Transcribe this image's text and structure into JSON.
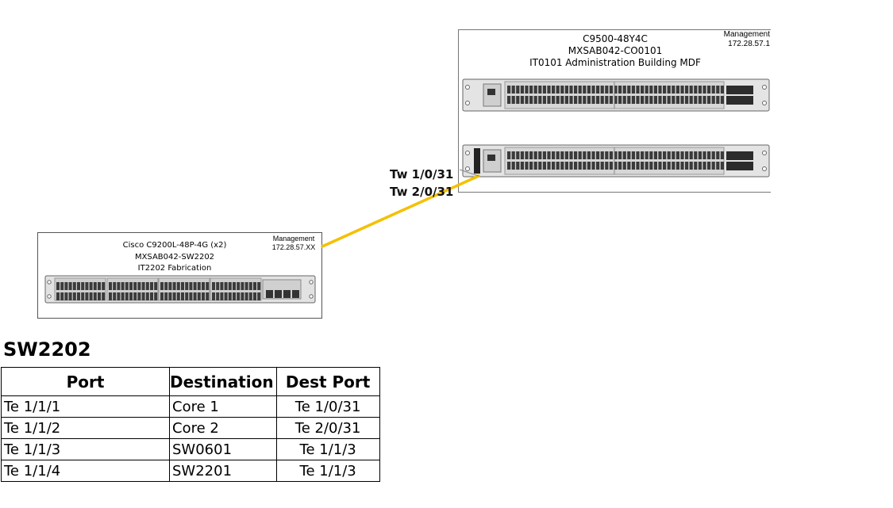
{
  "core_switch": {
    "model": "C9500-48Y4C",
    "hostname": "MXSAB042-CO0101",
    "location": "IT0101 Administration Building MDF",
    "mgmt_label": "Management",
    "mgmt_ip": "172.28.57.1"
  },
  "access_switch": {
    "model": "Cisco C9200L-48P-4G (x2)",
    "hostname": "MXSAB042-SW2202",
    "location": "IT2202 Fabrication",
    "mgmt_label": "Management",
    "mgmt_ip": "172.28.57.XX"
  },
  "link_labels": [
    "Tw 1/0/31",
    "Tw 2/0/31"
  ],
  "link_color": "#F5C000",
  "table": {
    "title": "SW2202",
    "headers": [
      "Port",
      "Destination",
      "Dest Port"
    ],
    "rows": [
      [
        "Te 1/1/1",
        "Core 1",
        "Te 1/0/31"
      ],
      [
        "Te 1/1/2",
        "Core 2",
        "Te 2/0/31"
      ],
      [
        "Te 1/1/3",
        "SW0601",
        "Te 1/1/3"
      ],
      [
        "Te 1/1/4",
        "SW2201",
        "Te 1/1/3"
      ]
    ]
  }
}
